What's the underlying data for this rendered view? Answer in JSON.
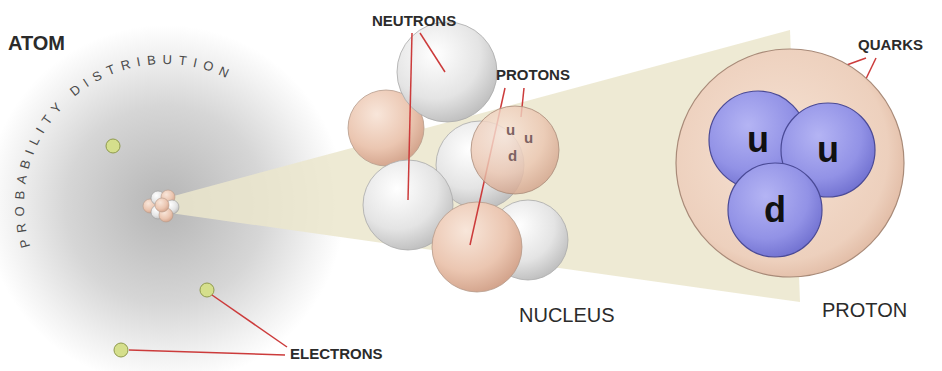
{
  "diagram": {
    "nodes": [
      {
        "text": [
          "u",
          "u",
          "d"
        ]
      },
      {
        "text": [
          "PROTON"
        ]
      },
      {
        "text": [
          "u"
        ],
        "in": 1
      },
      {
        "text": [
          "u"
        ],
        "in": 1
      },
      {
        "text": [
          "d"
        ],
        "in": 1
      }
    ],
    "labels": [
      "ATOM",
      "PROBABILITY DISTRIBUTION",
      "NEUTRONS",
      "PROTONS",
      "QUARKS",
      "NUCLEUS",
      "ELECTRONS"
    ]
  }
}
